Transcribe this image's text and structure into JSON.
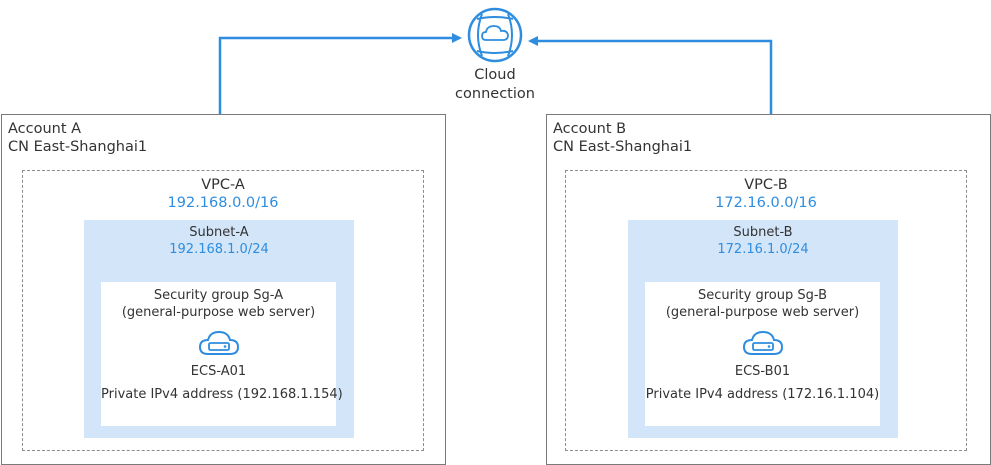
{
  "cloud": {
    "icon": "cloud-connection-icon",
    "label_line1": "Cloud",
    "label_line2": "connection"
  },
  "account_a": {
    "name": "Account A",
    "region": "CN East-Shanghai1",
    "vpc": {
      "name": "VPC-A",
      "cidr": "192.168.0.0/16"
    },
    "subnet": {
      "name": "Subnet-A",
      "cidr": "192.168.1.0/24"
    },
    "security_group": {
      "line1": "Security group Sg-A",
      "line2": "(general-purpose web server)"
    },
    "ecs": {
      "icon": "ecs-server-icon",
      "name": "ECS-A01",
      "address": "Private IPv4 address (192.168.1.154)"
    }
  },
  "account_b": {
    "name": "Account B",
    "region": "CN East-Shanghai1",
    "vpc": {
      "name": "VPC-B",
      "cidr": "172.16.0.0/16"
    },
    "subnet": {
      "name": "Subnet-B",
      "cidr": "172.16.1.0/24"
    },
    "security_group": {
      "line1": "Security group Sg-B",
      "line2": "(general-purpose web server)"
    },
    "ecs": {
      "icon": "ecs-server-icon",
      "name": "ECS-B01",
      "address": "Private IPv4 address (172.16.1.104)"
    }
  },
  "colors": {
    "accent": "#2e8ddf",
    "subnet_fill": "#d3e5f8",
    "border": "#7a7a7a"
  }
}
